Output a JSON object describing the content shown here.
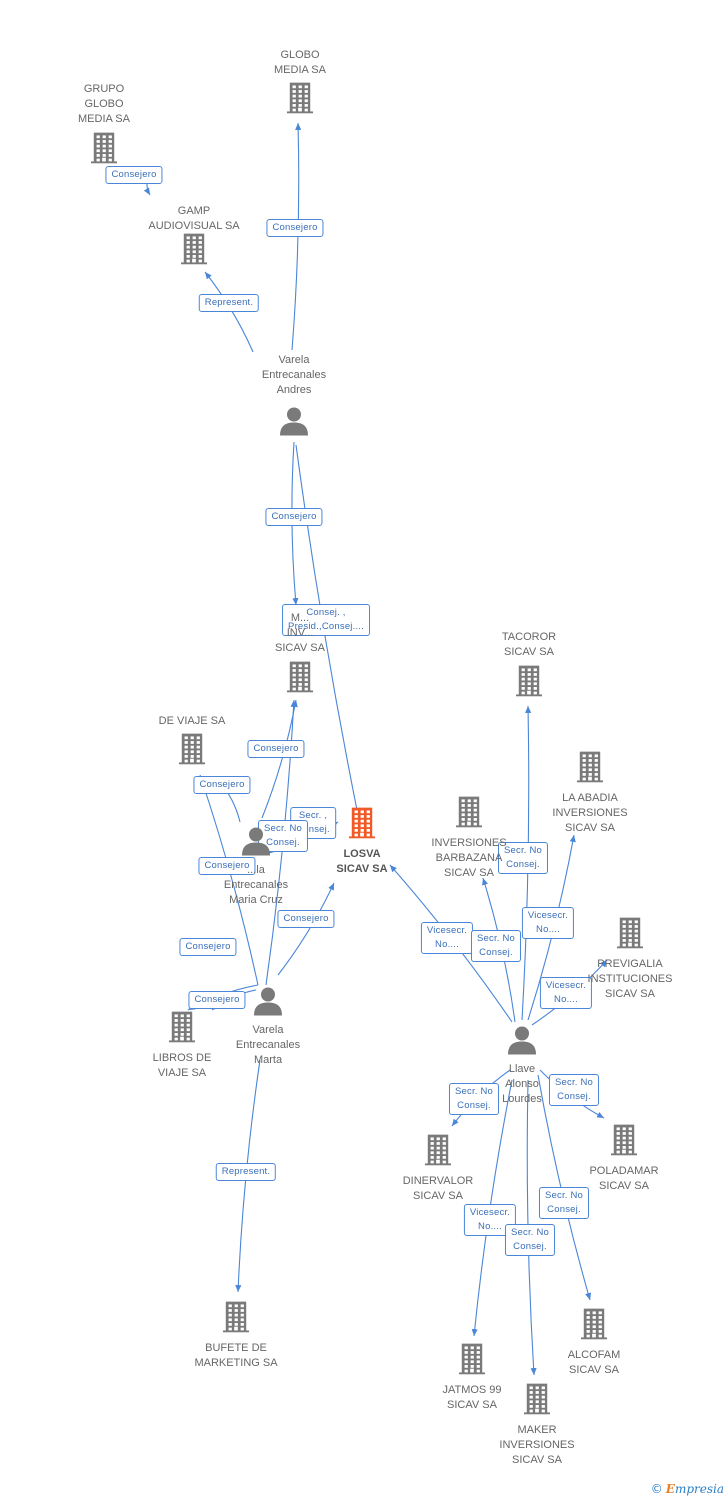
{
  "nodes": [
    {
      "id": "globo_media",
      "kind": "company",
      "lines": [
        "GLOBO",
        "MEDIA SA"
      ]
    },
    {
      "id": "grupo_globo",
      "kind": "company",
      "lines": [
        "GRUPO",
        "GLOBO",
        "MEDIA SA"
      ]
    },
    {
      "id": "gamp",
      "kind": "company",
      "lines": [
        "GAMP",
        "AUDIOVISUAL SA"
      ]
    },
    {
      "id": "varela_andres",
      "kind": "person",
      "lines": [
        "Varela",
        "Entrecanales",
        "Andres"
      ]
    },
    {
      "id": "mi_inv",
      "kind": "company",
      "lines": [
        "M...",
        "INV...",
        "SICAV SA"
      ]
    },
    {
      "id": "tacoror",
      "kind": "company",
      "lines": [
        "TACOROR",
        "SICAV SA"
      ]
    },
    {
      "id": "de_viaje",
      "kind": "company",
      "lines": [
        "DE VIAJE SA"
      ]
    },
    {
      "id": "la_abadia",
      "kind": "company",
      "lines": [
        "LA ABADIA",
        "INVERSIONES",
        "SICAV SA"
      ]
    },
    {
      "id": "losva",
      "kind": "focus",
      "lines": [
        "LOSVA",
        "SICAV SA"
      ]
    },
    {
      "id": "inv_barbazana",
      "kind": "company",
      "lines": [
        "INVERSIONES",
        "BARBAZANA",
        "SICAV SA"
      ]
    },
    {
      "id": "varela_maria",
      "kind": "person",
      "lines": [
        "...la",
        "Entrecanales",
        "Maria Cruz"
      ]
    },
    {
      "id": "previgalia",
      "kind": "company",
      "lines": [
        "PREVIGALIA",
        "INSTITUCIONES",
        "SICAV SA"
      ]
    },
    {
      "id": "libros",
      "kind": "company",
      "lines": [
        "LIBROS DE",
        "VIAJE SA"
      ]
    },
    {
      "id": "varela_marta",
      "kind": "person",
      "lines": [
        "Varela",
        "Entrecanales",
        "Marta"
      ]
    },
    {
      "id": "llave",
      "kind": "person",
      "lines": [
        "Llave",
        "Alonso",
        "Lourdes"
      ]
    },
    {
      "id": "poladamar",
      "kind": "company",
      "lines": [
        "POLADAMAR",
        "SICAV SA"
      ]
    },
    {
      "id": "dinervalor",
      "kind": "company",
      "lines": [
        "DINERVALOR",
        "SICAV SA"
      ]
    },
    {
      "id": "bufete",
      "kind": "company",
      "lines": [
        "BUFETE DE",
        "MARKETING SA"
      ]
    },
    {
      "id": "alcofam",
      "kind": "company",
      "lines": [
        "ALCOFAM",
        "SICAV SA"
      ]
    },
    {
      "id": "jatmos",
      "kind": "company",
      "lines": [
        "JATMOS 99",
        "SICAV SA"
      ]
    },
    {
      "id": "maker",
      "kind": "company",
      "lines": [
        "MAKER",
        "INVERSIONES",
        "SICAV SA"
      ]
    }
  ],
  "edges": [
    {
      "from": "grupo_globo",
      "to": "gamp",
      "label": [
        "Consejero"
      ]
    },
    {
      "from": "varela_andres",
      "to": "globo_media",
      "label": [
        "Consejero"
      ]
    },
    {
      "from": "varela_andres",
      "to": "gamp",
      "label": [
        "Represent."
      ]
    },
    {
      "from": "varela_andres",
      "to": "mi_inv",
      "label": [
        "Consejero"
      ]
    },
    {
      "from": "varela_andres",
      "to": "losva",
      "label": [
        "Consej. ,",
        "Presid.,Consej...."
      ]
    },
    {
      "from": "varela_maria",
      "to": "mi_inv",
      "label": [
        "Consejero"
      ]
    },
    {
      "from": "varela_maria",
      "to": "de_viaje",
      "label": [
        "Consejero"
      ]
    },
    {
      "from": "varela_maria",
      "to": "losva",
      "label": [
        "Secr. ,",
        "Consej."
      ]
    },
    {
      "from": "varela_marta",
      "to": "mi_inv",
      "label": [
        "Secr. No",
        "Consej."
      ]
    },
    {
      "from": "varela_marta",
      "to": "de_viaje",
      "label": [
        "Consejero"
      ]
    },
    {
      "from": "varela_marta",
      "to": "losva",
      "label": [
        "Consejero"
      ]
    },
    {
      "from": "varela_marta",
      "to": "libros",
      "label": [
        "Consejero"
      ]
    },
    {
      "from": "varela_marta",
      "to": "libros",
      "label": [
        "Consejero"
      ]
    },
    {
      "from": "varela_marta",
      "to": "bufete",
      "label": [
        "Represent."
      ]
    },
    {
      "from": "llave",
      "to": "losva",
      "label": [
        "Vicesecr.",
        "No...."
      ]
    },
    {
      "from": "llave",
      "to": "tacoror",
      "label": [
        "Secr. No",
        "Consej."
      ]
    },
    {
      "from": "llave",
      "to": "inv_barbazana",
      "label": [
        "Secr. No",
        "Consej."
      ]
    },
    {
      "from": "llave",
      "to": "la_abadia",
      "label": [
        "Vicesecr.",
        "No...."
      ]
    },
    {
      "from": "llave",
      "to": "previgalia",
      "label": [
        "Vicesecr.",
        "No...."
      ]
    },
    {
      "from": "llave",
      "to": "dinervalor",
      "label": [
        "Secr. No",
        "Consej."
      ]
    },
    {
      "from": "llave",
      "to": "poladamar",
      "label": [
        "Secr. No",
        "Consej."
      ]
    },
    {
      "from": "llave",
      "to": "alcofam",
      "label": [
        "Secr. No",
        "Consej."
      ]
    },
    {
      "from": "llave",
      "to": "jatmos",
      "label": [
        "Vicesecr.",
        "No...."
      ]
    },
    {
      "from": "llave",
      "to": "maker",
      "label": [
        "Secr. No",
        "Consej."
      ]
    }
  ],
  "colors": {
    "edge": "#4a86d8",
    "icon": "#7a7a7a",
    "focus": "#f05a28",
    "label": "#666666"
  },
  "watermark": {
    "symbol": "©",
    "brand_initial": "E",
    "brand_rest": "mpresia"
  }
}
